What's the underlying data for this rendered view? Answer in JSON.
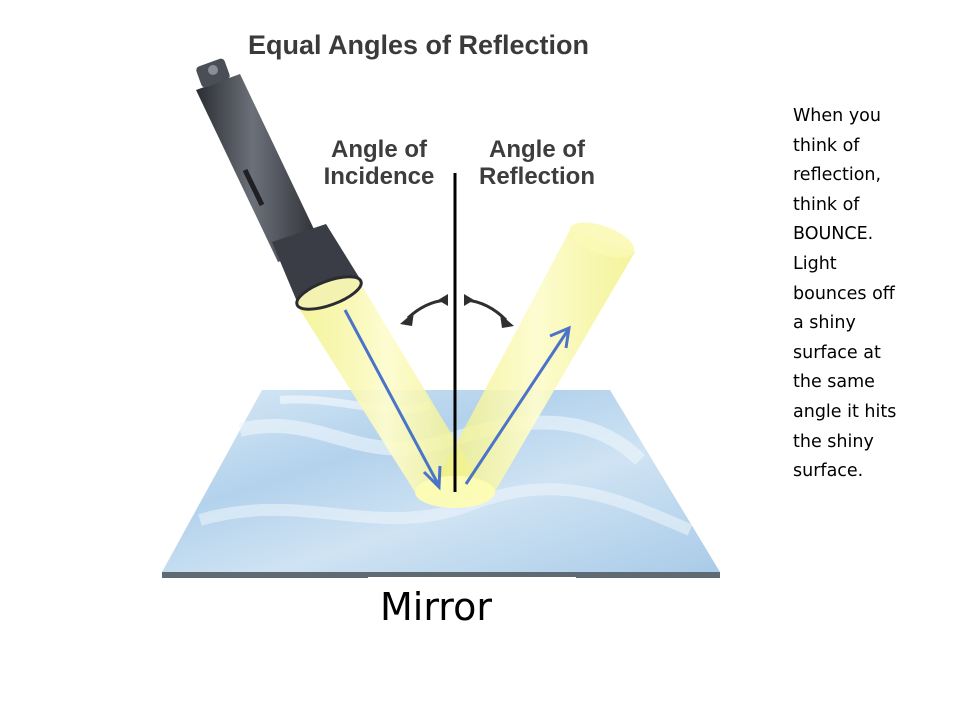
{
  "diagram": {
    "title": "Equal Angles of Reflection",
    "incidence_label": [
      "Angle of",
      "Incidence"
    ],
    "reflection_label": [
      "Angle of",
      "Reflection"
    ],
    "mirror_label": "Mirror",
    "colors": {
      "beam": "#f6f59a",
      "mirror": "#b9d7ee",
      "ray_arrow": "#4b74c8",
      "flashlight": "#3a3d45",
      "normal_line": "#000000"
    },
    "icons": [
      "flashlight-icon",
      "curved-arrow-icon"
    ]
  },
  "note": {
    "lines": [
      "When you",
      "think of",
      "reflection,",
      "think of",
      "BOUNCE.",
      "Light",
      "bounces off",
      "a shiny",
      "surface at",
      "the same",
      "angle it hits",
      "the shiny",
      "surface."
    ]
  }
}
